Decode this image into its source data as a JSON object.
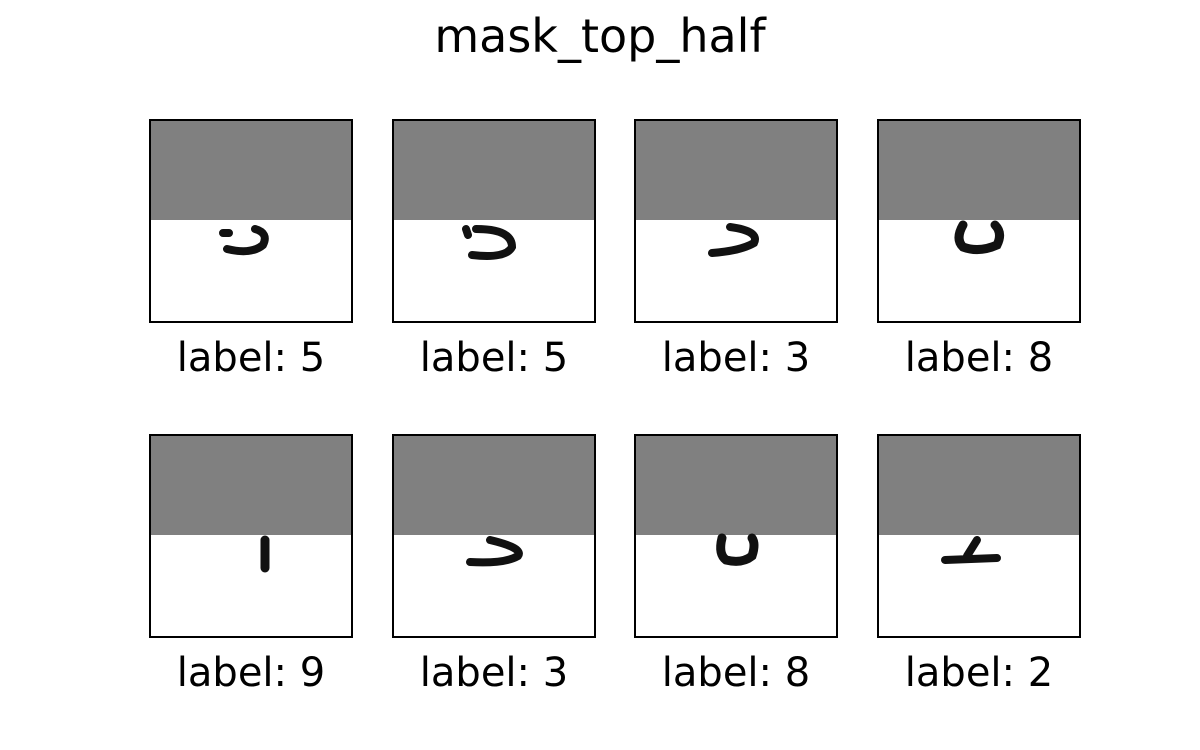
{
  "title": "mask_top_half",
  "mask_color": "#808080",
  "panels": [
    {
      "label": "label: 5"
    },
    {
      "label": "label: 5"
    },
    {
      "label": "label: 3"
    },
    {
      "label": "label: 8"
    },
    {
      "label": "label: 9"
    },
    {
      "label": "label: 3"
    },
    {
      "label": "label: 8"
    },
    {
      "label": "label: 2"
    }
  ]
}
